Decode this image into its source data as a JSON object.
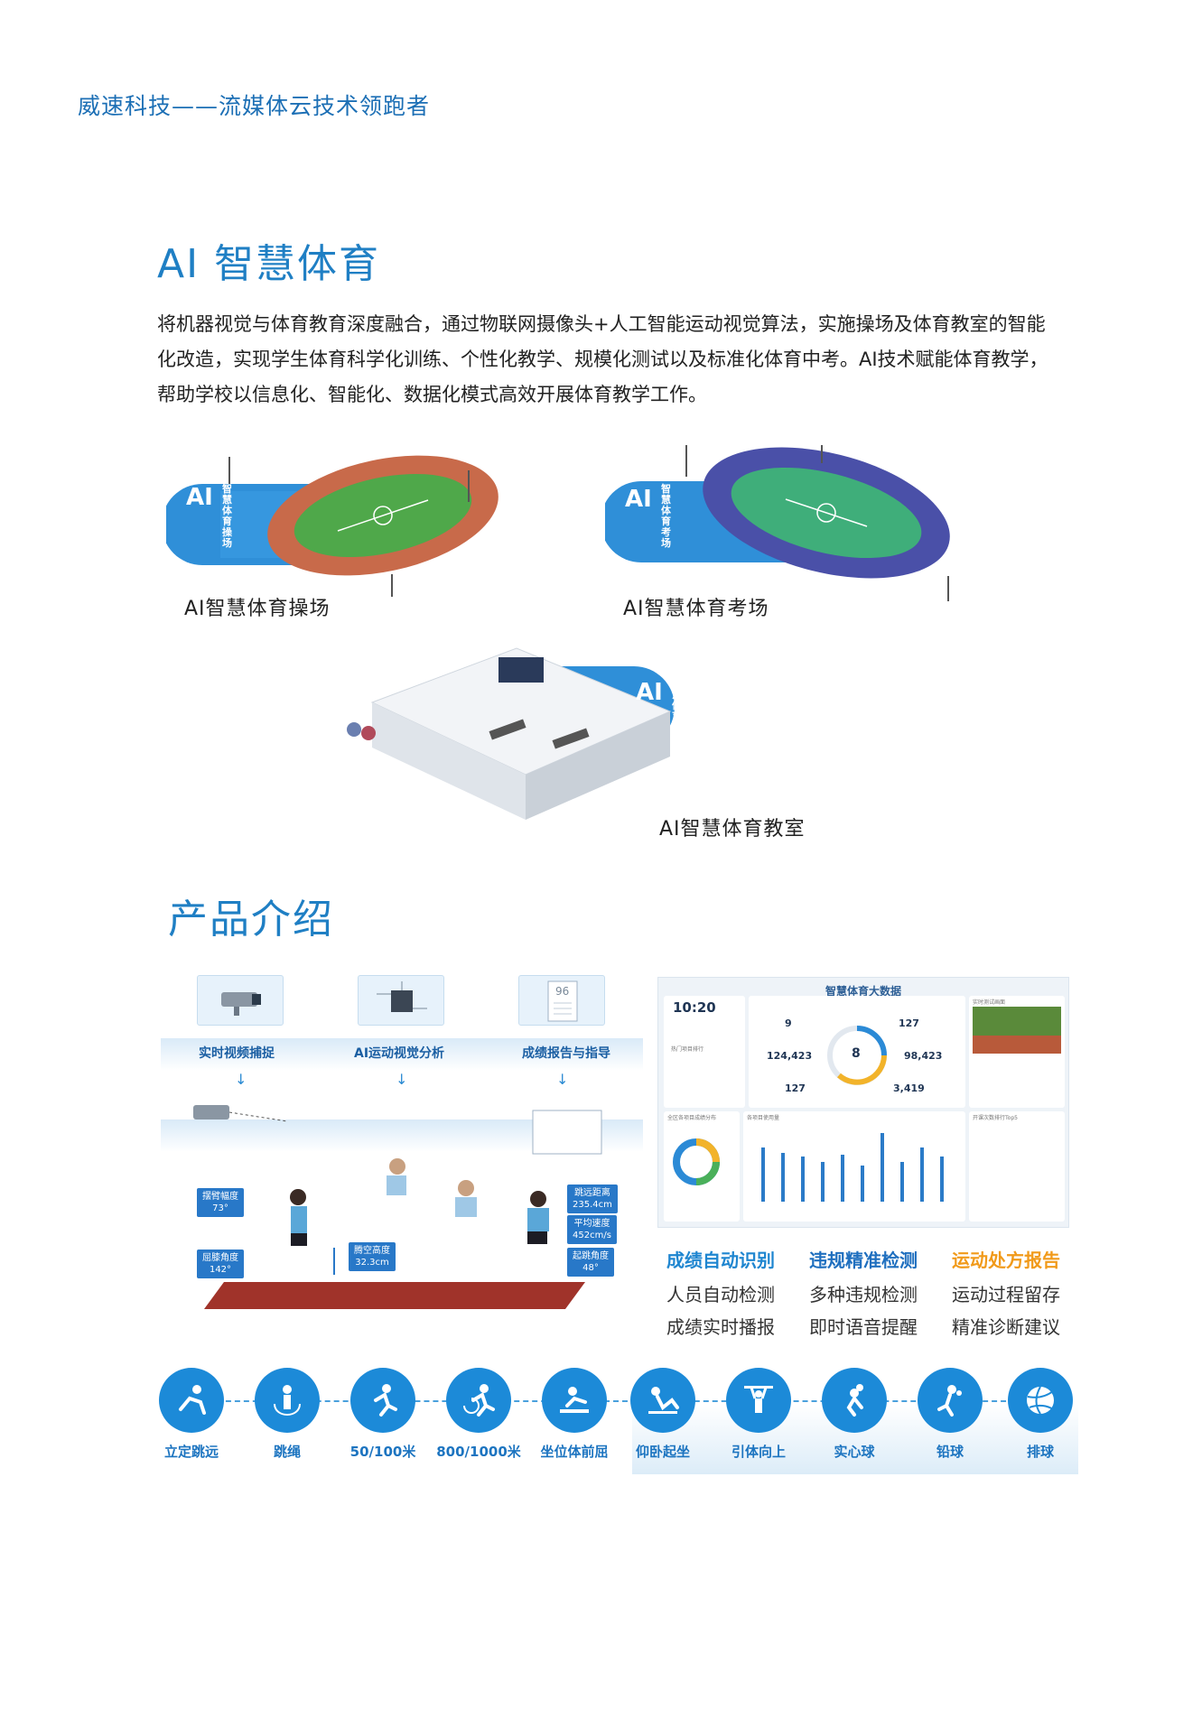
{
  "header": {
    "tagline": "威速科技——流媒体云技术领跑者"
  },
  "ai_section": {
    "title": "AI 智慧体育",
    "intro": "将机器视觉与体育教育深度融合，通过物联网摄像头+人工智能运动视觉算法，实施操场及体育教室的智能化改造，实现学生体育科学化训练、个性化教学、规模化测试以及标准化体育中考。AI技术赋能体育教学，帮助学校以信息化、智能化、数据化模式高效开展体育教学工作。",
    "venues": [
      {
        "badge": "AI",
        "side_text": "智慧体育操场",
        "label": "AI智慧体育操场"
      },
      {
        "badge": "AI",
        "side_text": "智慧体育考场",
        "label": "AI智慧体育考场"
      },
      {
        "badge": "AI",
        "side_text": "智慧体育教室",
        "label": "AI智慧体育教室"
      }
    ]
  },
  "product_section": {
    "title": "产品介绍",
    "steps": [
      {
        "label": "实时视频捕捉"
      },
      {
        "label": "AI运动视觉分析"
      },
      {
        "label": "成绩报告与指导"
      }
    ],
    "report_number": "96",
    "metrics": {
      "arm_swing": "摆臂幅度\n73°",
      "knee_angle": "屈膝角度\n142°",
      "air_height": "腾空高度\n32.3cm",
      "jump_distance": "跳远距离\n235.4cm",
      "avg_speed": "平均速度\n452cm/s",
      "takeoff_angle": "起跳角度\n48°"
    },
    "dashboard": {
      "title": "智慧体育大数据",
      "time": "10:20",
      "center_value": "8",
      "values": [
        "9",
        "127",
        "124,423",
        "98,423",
        "127",
        "3,419"
      ],
      "panel_ranking": "热门项目排行",
      "panel_live": "实时测试画面",
      "panel_chart": "各项目使用量",
      "panel_score": "全区各项目成绩分布",
      "panel_top": "开课次数排行Top5"
    },
    "features": [
      {
        "title": "成绩自动识别",
        "color": "#1f86d0",
        "lines": [
          "人员自动检测",
          "成绩实时播报"
        ]
      },
      {
        "title": "违规精准检测",
        "color": "#1f6fbf",
        "lines": [
          "多种违规检测",
          "即时语音提醒"
        ]
      },
      {
        "title": "运动处方报告",
        "color": "#f19a1a",
        "lines": [
          "运动过程留存",
          "精准诊断建议"
        ]
      }
    ],
    "sports": [
      {
        "label": "立定跳远",
        "icon": "standing-long-jump-icon"
      },
      {
        "label": "跳绳",
        "icon": "jump-rope-icon"
      },
      {
        "label": "50/100米",
        "icon": "sprint-icon"
      },
      {
        "label": "800/1000米",
        "icon": "distance-run-icon"
      },
      {
        "label": "坐位体前屈",
        "icon": "sit-and-reach-icon"
      },
      {
        "label": "仰卧起坐",
        "icon": "sit-up-icon"
      },
      {
        "label": "引体向上",
        "icon": "pull-up-icon"
      },
      {
        "label": "实心球",
        "icon": "medicine-ball-icon"
      },
      {
        "label": "铅球",
        "icon": "shot-put-icon"
      },
      {
        "label": "排球",
        "icon": "volleyball-icon"
      }
    ]
  }
}
